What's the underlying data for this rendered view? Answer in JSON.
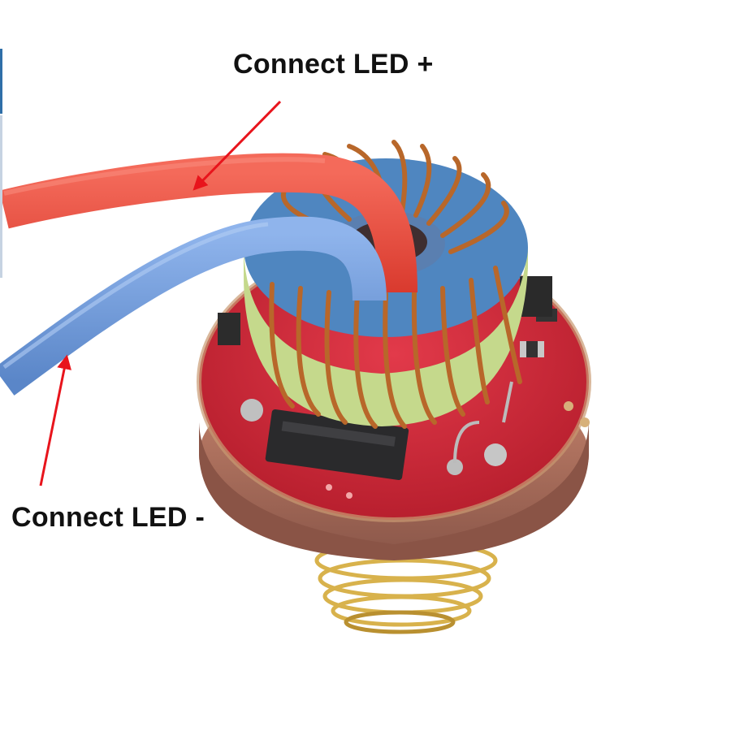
{
  "annotations": {
    "led_plus_label": "Connect LED +",
    "led_minus_label": "Connect LED -"
  },
  "colors": {
    "background": "#ffffff",
    "arrow": "#e8141c",
    "positive_wire": "#ee4a3c",
    "negative_wire": "#6a98dc",
    "pcb": "#d8283a",
    "toroid_core": "#4f86c0",
    "toroid_face": "#c5d98c",
    "copper_winding": "#b8672a",
    "spring": "#d8b24c"
  },
  "icons": {
    "photo": "led-driver-board-photo"
  }
}
